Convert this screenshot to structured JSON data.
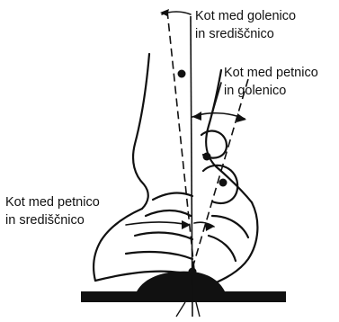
{
  "labels": {
    "shank_midline": {
      "line1": "Kot med golenico",
      "line2": "in središčnico"
    },
    "heel_shank": {
      "line1": "Kot med petnico",
      "line2": "in golenico"
    },
    "heel_midline": {
      "line1": "Kot med petnico",
      "line2": "in središčnico"
    }
  },
  "colors": {
    "ink": "#111111",
    "background": "#ffffff"
  }
}
